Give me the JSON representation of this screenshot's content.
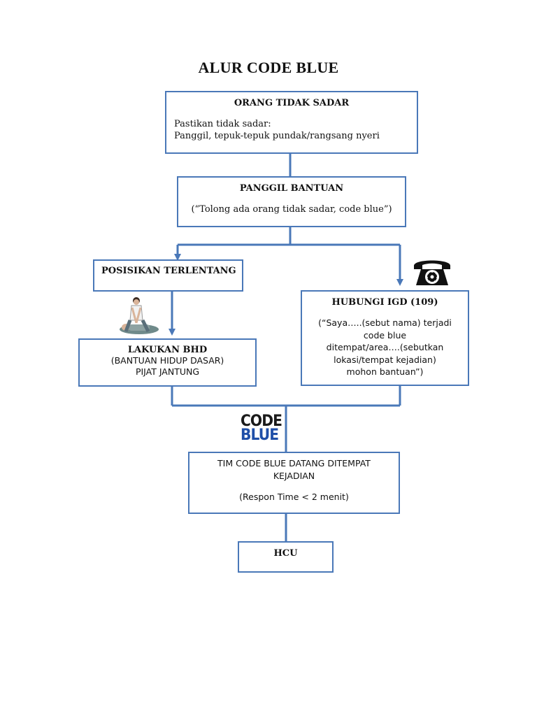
{
  "title": "ALUR CODE BLUE",
  "colors": {
    "border": "#4a78b8",
    "logo_dark": "#1a1a1a",
    "logo_blue": "#1f4fa8"
  },
  "boxes": {
    "orang": {
      "heading": "ORANG TIDAK SADAR",
      "line1": "Pastikan tidak sadar:",
      "line2": "Panggil, tepuk-tepuk pundak/rangsang nyeri"
    },
    "panggil": {
      "heading": "PANGGIL BANTUAN",
      "text": "(“Tolong ada orang tidak sadar, code blue”)"
    },
    "posisikan": {
      "heading": "POSISIKAN TERLENTANG"
    },
    "hubungi": {
      "heading": "HUBUNGI IGD (109)",
      "lines": [
        "(“Saya…..(sebut nama) terjadi",
        "code blue",
        "ditempat/area….(sebutkan",
        "lokasi/tempat kejadian)",
        "mohon bantuan”)"
      ]
    },
    "lakukan": {
      "heading": "LAKUKAN BHD",
      "line1": "(BANTUAN HIDUP DASAR)",
      "line2": "PIJAT JANTUNG"
    },
    "tim": {
      "line1": "TIM CODE BLUE DATANG DITEMPAT",
      "line2": "KEJADIAN",
      "line3": "(Respon Time < 2 menit)"
    },
    "hcu": {
      "heading": "HCU"
    }
  },
  "logo": {
    "line1": "CODE",
    "line2": "BLUE"
  },
  "icons": {
    "phone": "telephone-icon",
    "cpr": "cpr-illustration"
  }
}
